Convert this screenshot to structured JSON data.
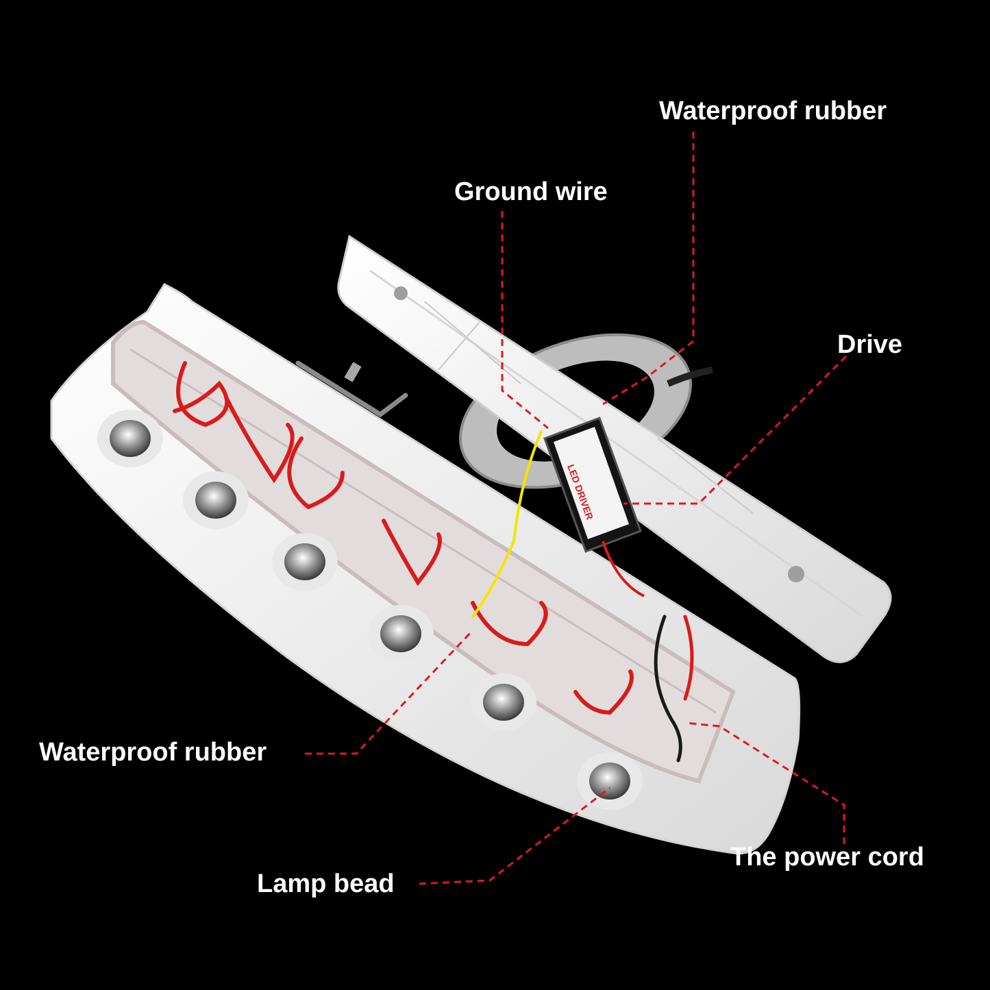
{
  "callouts": {
    "waterproof_rubber_top": "Waterproof rubber",
    "ground_wire": "Ground wire",
    "drive": "Drive",
    "waterproof_rubber_left": "Waterproof rubber",
    "power_cord": "The power cord",
    "lamp_bead": "Lamp bead"
  },
  "driver_box": {
    "title": "LED DRIVER"
  },
  "colors": {
    "background": "#000000",
    "label_text": "#ffffff",
    "leader_line": "#e0191f",
    "housing": "#f2f2f2",
    "wire_red": "#d81b1b",
    "wire_yellow": "#f2e600"
  },
  "lamp_bead_count": 6
}
